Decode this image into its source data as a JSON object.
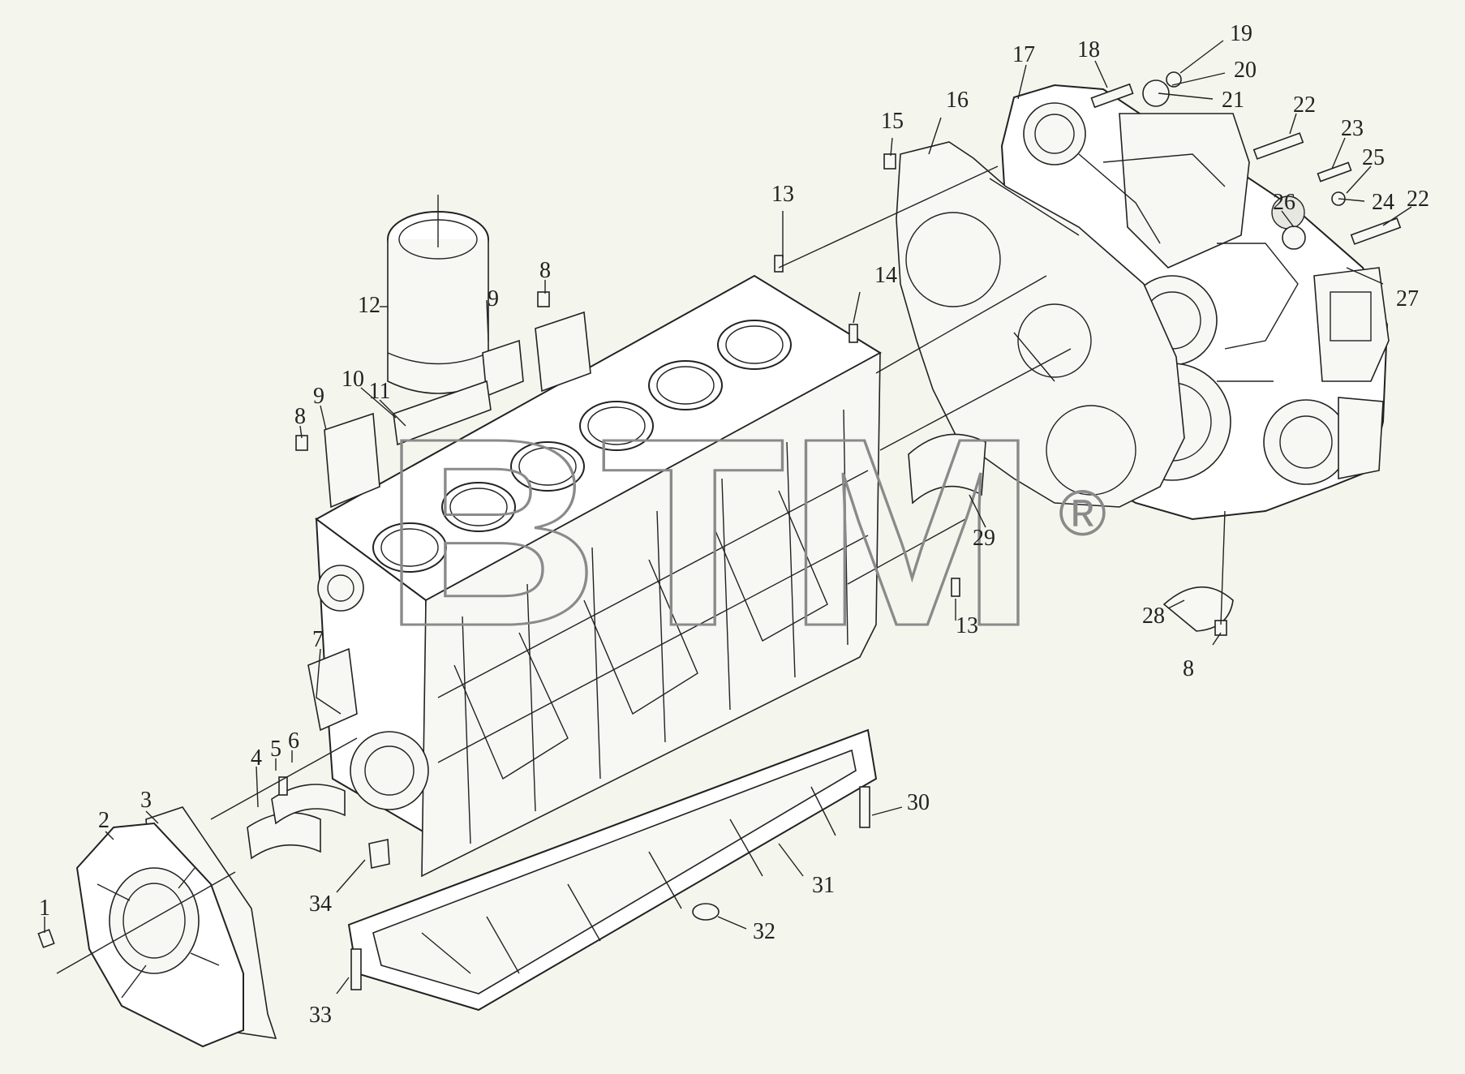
{
  "diagram": {
    "callouts": [
      {
        "num": "1"
      },
      {
        "num": "2"
      },
      {
        "num": "3"
      },
      {
        "num": "4"
      },
      {
        "num": "5"
      },
      {
        "num": "6"
      },
      {
        "num": "7"
      },
      {
        "num": "8"
      },
      {
        "num": "8"
      },
      {
        "num": "8"
      },
      {
        "num": "9"
      },
      {
        "num": "9"
      },
      {
        "num": "10"
      },
      {
        "num": "11"
      },
      {
        "num": "12"
      },
      {
        "num": "13"
      },
      {
        "num": "13"
      },
      {
        "num": "14"
      },
      {
        "num": "15"
      },
      {
        "num": "16"
      },
      {
        "num": "17"
      },
      {
        "num": "18"
      },
      {
        "num": "19"
      },
      {
        "num": "20"
      },
      {
        "num": "21"
      },
      {
        "num": "22"
      },
      {
        "num": "22"
      },
      {
        "num": "23"
      },
      {
        "num": "24"
      },
      {
        "num": "25"
      },
      {
        "num": "26"
      },
      {
        "num": "27"
      },
      {
        "num": "28"
      },
      {
        "num": "29"
      },
      {
        "num": "30"
      },
      {
        "num": "31"
      },
      {
        "num": "32"
      },
      {
        "num": "33"
      },
      {
        "num": "34"
      }
    ]
  },
  "watermark": {
    "text": "BTM",
    "mark": "®"
  },
  "colors": {
    "background": "#f4f6ee",
    "line": "#222222",
    "watermark": "#8a8a8a"
  }
}
